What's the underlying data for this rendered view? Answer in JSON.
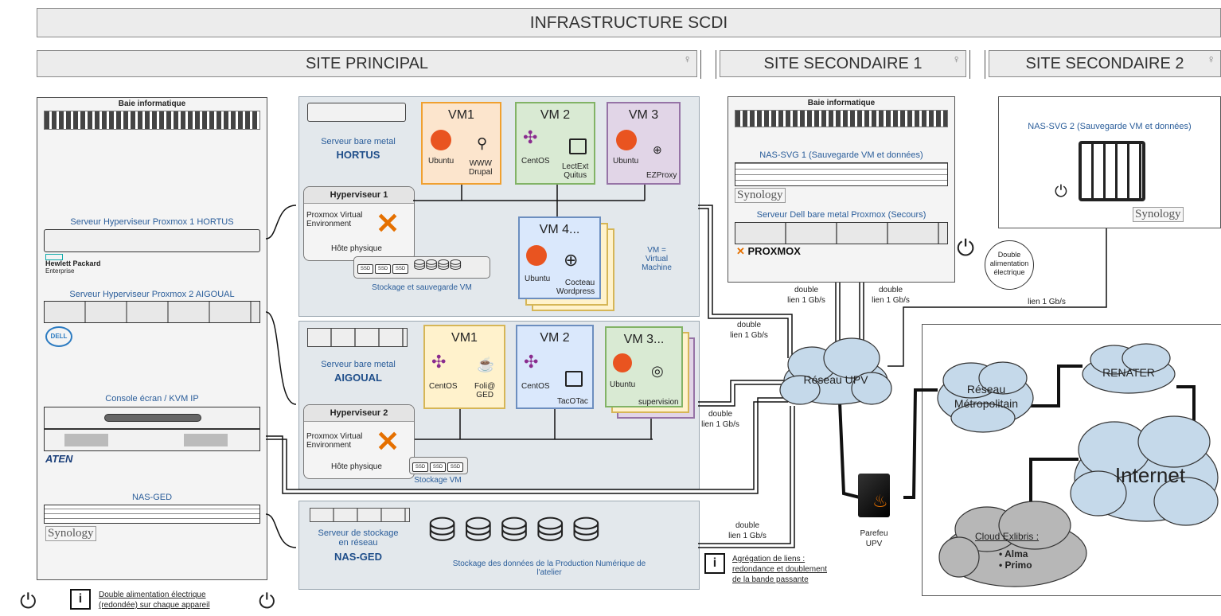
{
  "title": "INFRASTRUCTURE SCDI",
  "sites": {
    "principal": "SITE PRINCIPAL",
    "secondaire1": "SITE SECONDAIRE 1",
    "secondaire2": "SITE SECONDAIRE 2"
  },
  "rack_left": {
    "title": "Baie informatique",
    "srv1": "Serveur Hyperviseur Proxmox 1 HORTUS",
    "hpe_line1": "Hewlett Packard",
    "hpe_line2": "Enterprise",
    "srv2": "Serveur Hyperviseur Proxmox 2 AIGOUAL",
    "dell": "DELL",
    "console": "Console écran / KVM IP",
    "aten": "ATEN",
    "nas": "NAS-GED",
    "synology": "Synology"
  },
  "hortus": {
    "label": "Serveur bare metal",
    "name": "HORTUS",
    "vm1": {
      "title": "VM1",
      "os": "Ubuntu",
      "app": "WWW\nDrupal"
    },
    "vm2": {
      "title": "VM 2",
      "os": "CentOS",
      "app": "LectExt\nQuitus"
    },
    "vm3": {
      "title": "VM 3",
      "os": "Ubuntu",
      "app": "EZProxy"
    },
    "vm4": {
      "title": "VM 4...",
      "os": "Ubuntu",
      "app": "Cocteau\nWordpress"
    },
    "hyp_title": "Hyperviseur 1",
    "hyp_pve": "Proxmox Virtual Environment",
    "hyp_host": "Hôte physique",
    "storage": "Stockage et sauvegarde VM",
    "vm_def": "VM =\nVirtual\nMachine"
  },
  "aigoual": {
    "label": "Serveur bare metal",
    "name": "AIGOUAL",
    "vm1": {
      "title": "VM1",
      "os": "CentOS",
      "app": "Foli@\nGED"
    },
    "vm2": {
      "title": "VM 2",
      "os": "CentOS",
      "app": "TacOTac"
    },
    "vm3": {
      "title": "VM 3...",
      "os": "Ubuntu",
      "app": "supervision"
    },
    "hyp_title": "Hyperviseur 2",
    "hyp_pve": "Proxmox Virtual Environment",
    "hyp_host": "Hôte physique",
    "storage": "Stockage VM"
  },
  "nasged": {
    "label": "Serveur de stockage\nen réseau",
    "name": "NAS-GED",
    "storage": "Stockage des données de la Production Numérique de\nl'atelier"
  },
  "rack_sec1": {
    "title": "Baie informatique",
    "nas": "NAS-SVG 1 (Sauvegarde VM et données)",
    "synology": "Synology",
    "dell": "Serveur Dell bare metal Proxmox (Secours)",
    "proxmox": "PROXMOX"
  },
  "sec2": {
    "nas": "NAS-SVG 2 (Sauvegarde VM et données)",
    "synology": "Synology"
  },
  "double_alim_badge": "Double\nalimentation\nélectrique",
  "links": {
    "l_sec1_a": "double\nlien 1 Gb/s",
    "l_sec1_b": "double\nlien 1 Gb/s",
    "l_sec2": "lien 1 Gb/s",
    "l_hortus": "double\nlien 1 Gb/s",
    "l_aigoual": "double\nlien 1 Gb/s",
    "l_nas": "double\nlien 1 Gb/s"
  },
  "network": {
    "upv": "Réseau UPV",
    "metro": "Réseau\nMétropolitain",
    "renater": "RENATER",
    "internet": "Internet",
    "cloud_title": "Cloud Exlibris :",
    "cloud_items": [
      "Alma",
      "Primo"
    ],
    "firewall": "Parefeu\nUPV"
  },
  "notes": {
    "aggregation": "Agrégation de liens :\nredondance et doublement\nde la bande passante",
    "double_alim": "Double alimentation électrique\n(redondée) sur chaque appareil",
    "info": "i"
  },
  "colors": {
    "vm_orange": "#fce5cd",
    "vm_green": "#d9ead3",
    "vm_purple": "#e1d5e7",
    "vm_blue": "#dae8fc",
    "vm_yellow": "#fff2cc",
    "ubuntu": "#e95420",
    "proxmox": "#e57000",
    "cloud": "#c5d9ea",
    "cloud_grey": "#b7b7b7"
  }
}
